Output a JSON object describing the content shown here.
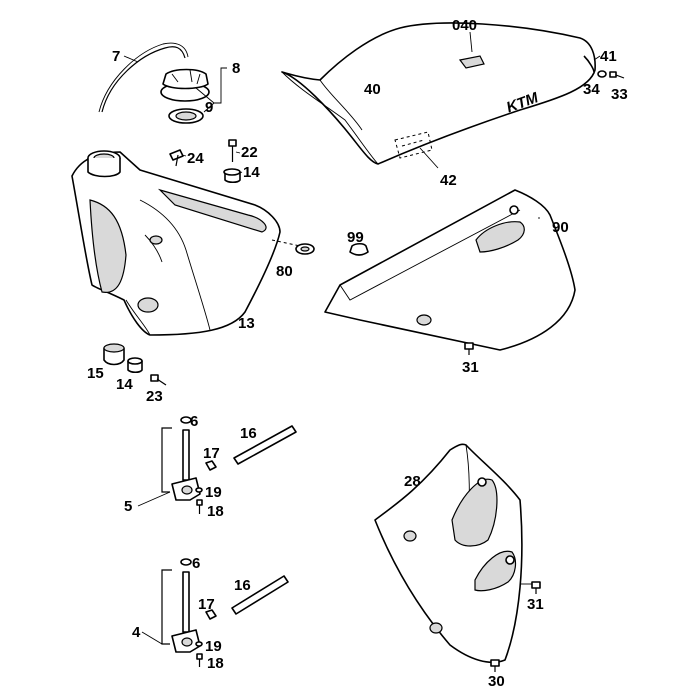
{
  "callouts": {
    "c7": "7",
    "c8": "8",
    "c9": "9",
    "c24": "24",
    "c22": "22",
    "c14a": "14",
    "c13": "13",
    "c80": "80",
    "c15": "15",
    "c14b": "14",
    "c23": "23",
    "c040": "040",
    "c40": "40",
    "c41": "41",
    "c34": "34",
    "c33": "33",
    "c42": "42",
    "c99": "99",
    "c90": "90",
    "c31a": "31",
    "c6a": "6",
    "c16a": "16",
    "c17a": "17",
    "c19a": "19",
    "c18a": "18",
    "c5": "5",
    "c6b": "6",
    "c16b": "16",
    "c17b": "17",
    "c19b": "19",
    "c18b": "18",
    "c4": "4",
    "c28": "28",
    "c31b": "31",
    "c30": "30"
  },
  "seat_logo": "KTM"
}
